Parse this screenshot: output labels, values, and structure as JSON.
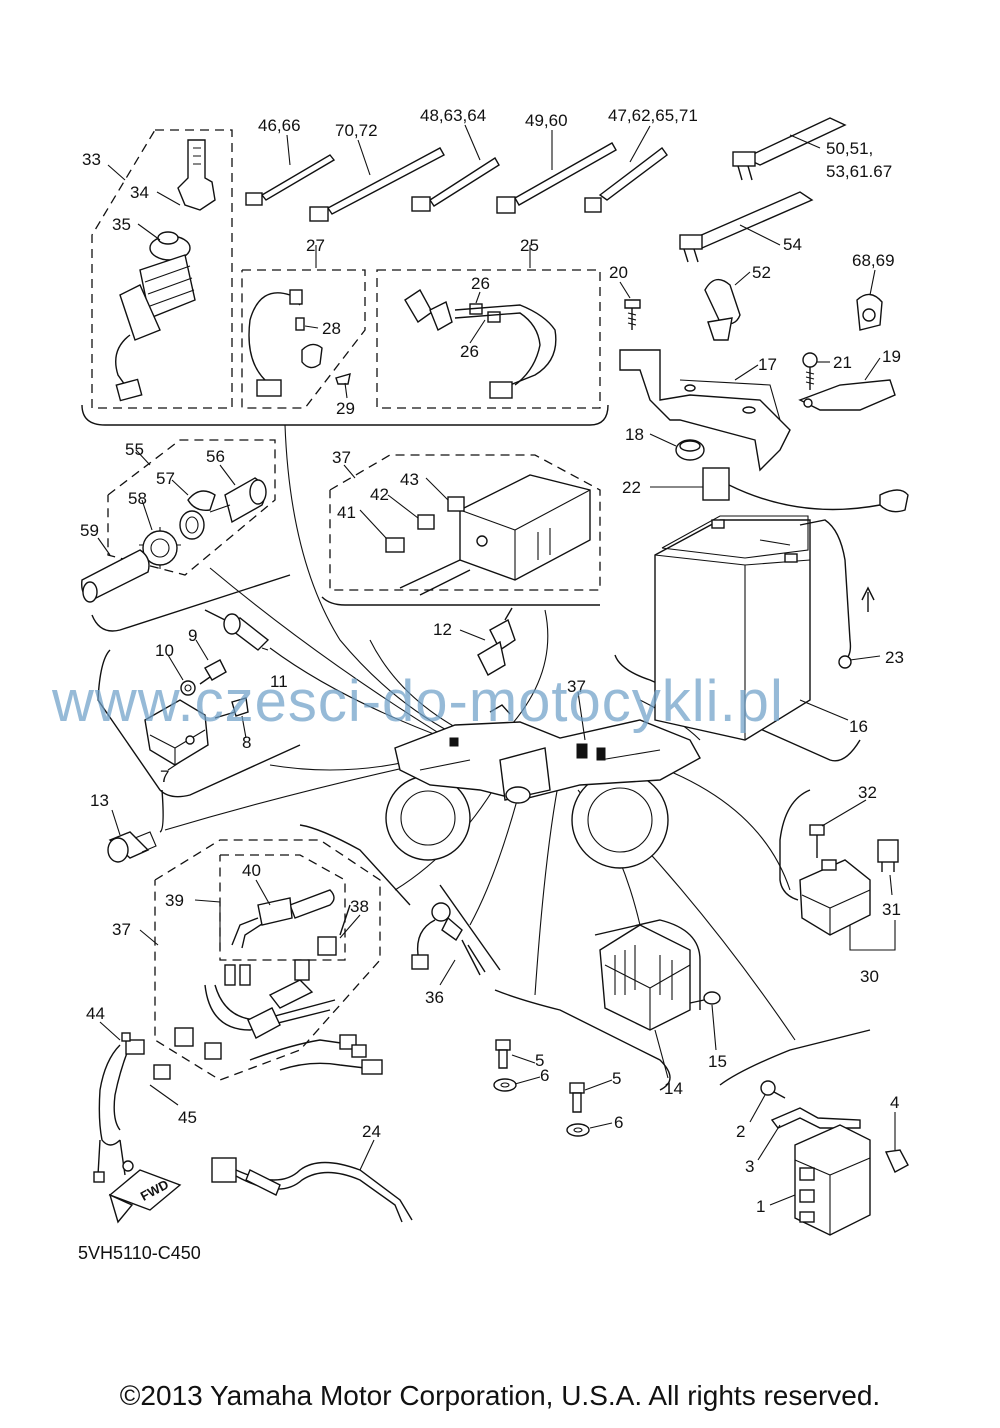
{
  "callouts": {
    "c33": "33",
    "c34": "34",
    "c35": "35",
    "c4666": "46,66",
    "c7072": "70,72",
    "c486364": "48,63,64",
    "c4960": "49,60",
    "c47626571": "47,62,65,71",
    "c5051a": "50,51,",
    "c5051b": "53,61.67",
    "c54": "54",
    "c52": "52",
    "c6869": "68,69",
    "c27": "27",
    "c28": "28",
    "c29": "29",
    "c25": "25",
    "c26a": "26",
    "c26b": "26",
    "c20": "20",
    "c17": "17",
    "c21": "21",
    "c19": "19",
    "c18": "18",
    "c22": "22",
    "c23": "23",
    "c16": "16",
    "c55": "55",
    "c56": "56",
    "c57": "57",
    "c58": "58",
    "c59": "59",
    "c37a": "37",
    "c43": "43",
    "c42": "42",
    "c41": "41",
    "c12": "12",
    "c9": "9",
    "c10": "10",
    "c11": "11",
    "c8": "8",
    "c7": "7",
    "c37b": "37",
    "c13": "13",
    "c32": "32",
    "c31": "31",
    "c30": "30",
    "c40": "40",
    "c39": "39",
    "c38": "38",
    "c37c": "37",
    "c36": "36",
    "c44": "44",
    "c45": "45",
    "c24": "24",
    "c5a": "5",
    "c6a": "6",
    "c5b": "5",
    "c6b": "6",
    "c14": "14",
    "c15": "15",
    "c2": "2",
    "c3": "3",
    "c4": "4",
    "c1": "1",
    "fwd": "FWD"
  },
  "watermark": "www.czesci-do-motocykli.pl",
  "catalog_number": "5VH5110-C450",
  "copyright": "©2013 Yamaha Motor Corporation, U.S.A. All rights reserved."
}
